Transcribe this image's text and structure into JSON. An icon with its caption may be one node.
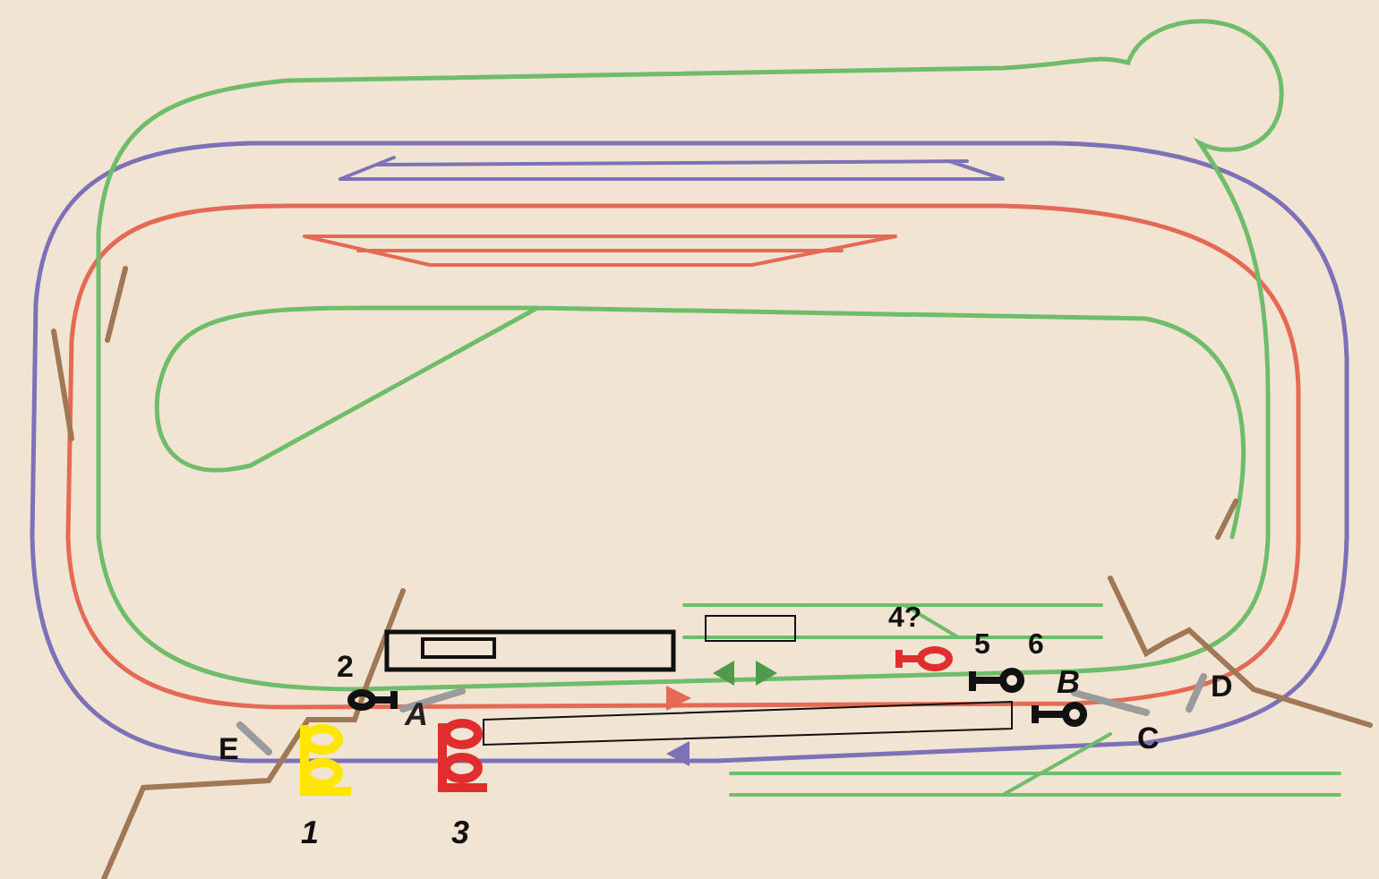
{
  "diagram": {
    "labels": [
      "2",
      "A",
      "E",
      "1",
      "3",
      "4?",
      "5",
      "6",
      "B",
      "C",
      "D"
    ]
  }
}
